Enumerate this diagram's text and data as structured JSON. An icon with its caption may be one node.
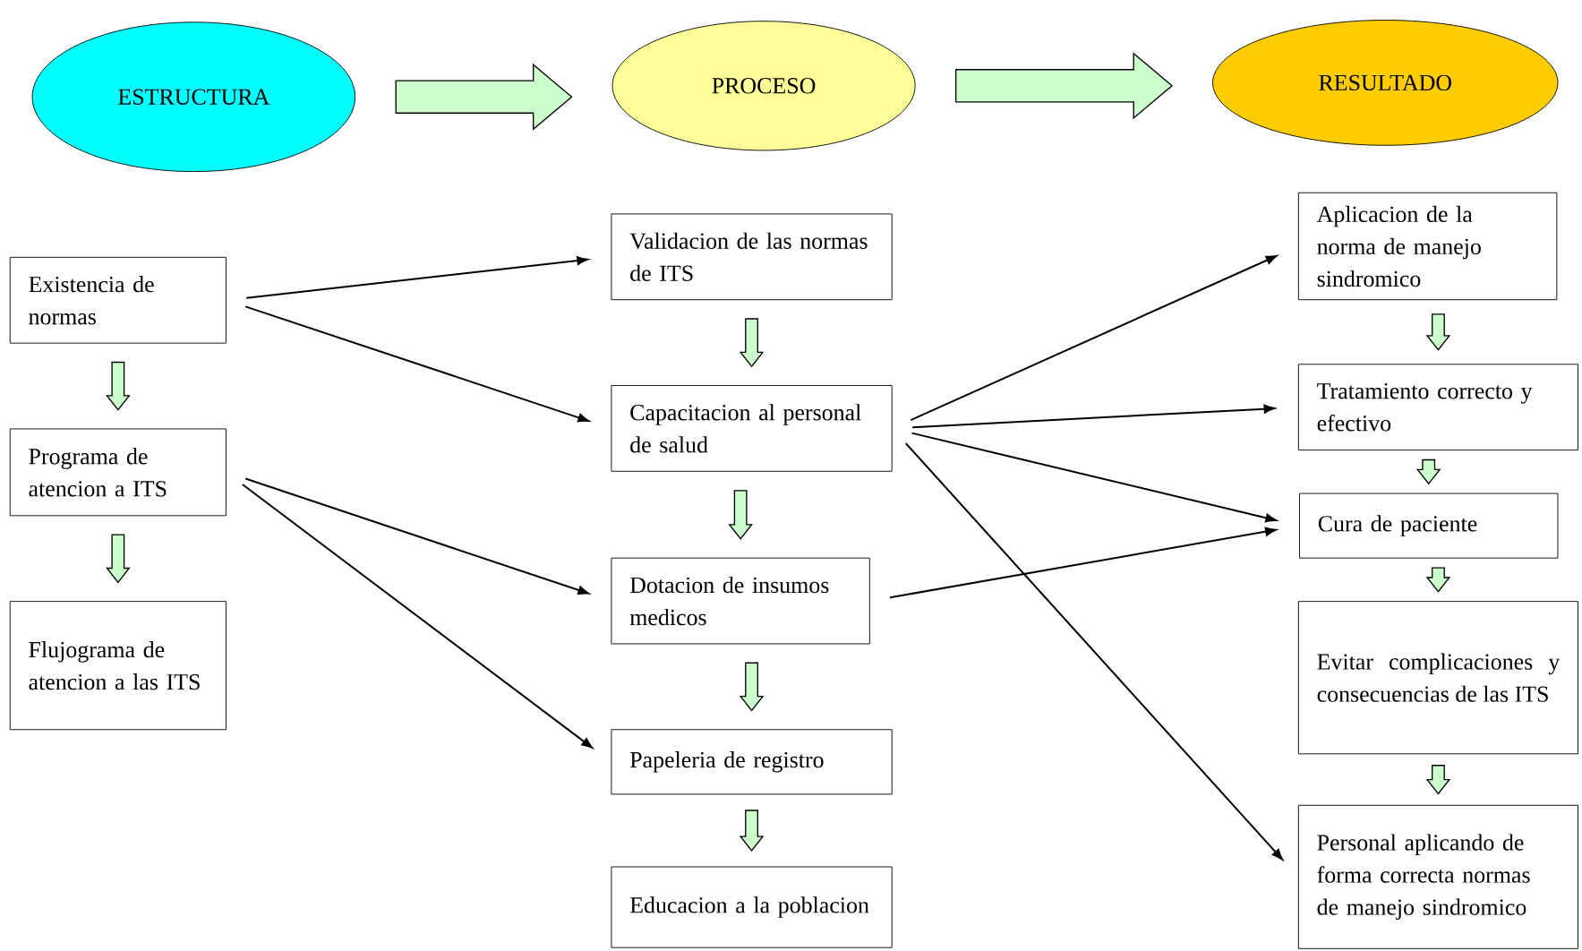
{
  "diagram": {
    "nodes": [
      {
        "text": [
          "ESTRUCTURA"
        ]
      },
      {
        "text": [
          "PROCESO"
        ]
      },
      {
        "text": [
          "RESULTADO"
        ]
      },
      {
        "text": [
          "Existencia de normas"
        ]
      },
      {
        "text": [
          "Programa de atencion a ITS"
        ]
      },
      {
        "text": [
          "Flujograma de atencion a las ITS"
        ]
      },
      {
        "text": [
          "Validacion de las normas de ITS"
        ]
      },
      {
        "text": [
          "Capacitacion al personal de salud"
        ]
      },
      {
        "text": [
          "Dotacion de insumos medicos"
        ]
      },
      {
        "text": [
          "Papeleria de registro"
        ]
      },
      {
        "text": [
          "Educacion a la poblacion"
        ]
      },
      {
        "text": [
          "Aplicacion de la norma de manejo sindromico"
        ]
      },
      {
        "text": [
          "Tratamiento correcto y efectivo"
        ]
      },
      {
        "text": [
          "Cura de paciente"
        ]
      },
      {
        "text": [
          "Evitar complicaciones y consecuencias de las ITS"
        ]
      },
      {
        "text": [
          "Personal aplicando de forma correcta normas de manejo sindromico"
        ]
      }
    ],
    "edges": [
      {
        "from": 0,
        "to": 1,
        "arrow": "to",
        "style": "thick",
        "color": "#ccffcc"
      },
      {
        "from": 1,
        "to": 2,
        "arrow": "to",
        "style": "thick",
        "color": "#ccffcc"
      },
      {
        "from": 3,
        "to": 6,
        "arrow": "to"
      },
      {
        "from": 3,
        "to": 7,
        "arrow": "to"
      },
      {
        "from": 4,
        "to": 8,
        "arrow": "to"
      },
      {
        "from": 4,
        "to": 9,
        "arrow": "to"
      },
      {
        "from": 7,
        "to": 11,
        "arrow": "to"
      },
      {
        "from": 7,
        "to": 12,
        "arrow": "to"
      },
      {
        "from": 7,
        "to": 13,
        "arrow": "to"
      },
      {
        "from": 7,
        "to": 15,
        "arrow": "to"
      },
      {
        "from": 8,
        "to": 13,
        "arrow": "to"
      },
      {
        "from": 3,
        "to": 4,
        "arrow": "to",
        "style": "thick",
        "color": "#ccffcc"
      },
      {
        "from": 4,
        "to": 5,
        "arrow": "to",
        "style": "thick",
        "color": "#ccffcc"
      },
      {
        "from": 6,
        "to": 7,
        "arrow": "to",
        "style": "thick",
        "color": "#ccffcc"
      },
      {
        "from": 7,
        "to": 8,
        "arrow": "to",
        "style": "thick",
        "color": "#ccffcc"
      },
      {
        "from": 8,
        "to": 9,
        "arrow": "to",
        "style": "thick",
        "color": "#ccffcc"
      },
      {
        "from": 9,
        "to": 10,
        "arrow": "to",
        "style": "thick",
        "color": "#ccffcc"
      },
      {
        "from": 11,
        "to": 12,
        "arrow": "to",
        "style": "thick",
        "color": "#ccffcc"
      },
      {
        "from": 12,
        "to": 13,
        "arrow": "to",
        "style": "thick",
        "color": "#ccffcc"
      },
      {
        "from": 13,
        "to": 14,
        "arrow": "to",
        "style": "thick",
        "color": "#ccffcc"
      },
      {
        "from": 14,
        "to": 15,
        "arrow": "to",
        "style": "thick",
        "color": "#ccffcc"
      }
    ]
  }
}
